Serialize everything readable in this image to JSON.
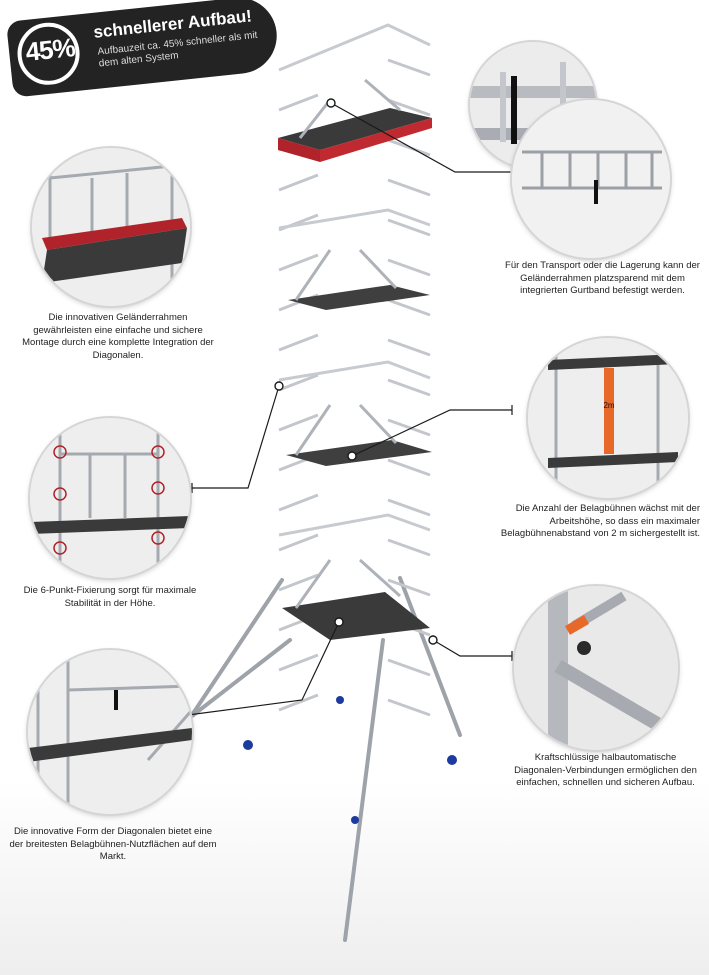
{
  "badge": {
    "percent": "45%",
    "title": "schnellerer Aufbau!",
    "subtitle": "Aufbauzeit ca. 45% schneller als mit dem alten System"
  },
  "captions": {
    "guardrail": "Die innovativen Geländerrahmen gewährleisten eine einfache und sichere Montage durch eine komplette Integration der Diagonalen.",
    "transport": "Für den Transport oder die Lagerung kann der Geländerrahmen platzsparend mit dem integrierten Gurtband befestigt werden.",
    "fixation": "Die 6-Punkt-Fixierung sorgt für maximale Stabilität in der Höhe.",
    "platforms": "Die Anzahl der Belagbühnen wächst mit der Arbeitshöhe, so dass ein maximaler Belagbühnenabstand von 2 m sichergestellt ist.",
    "diagonal_form": "Die innovative Form der Diagonalen bietet eine der breitesten Belagbühnen-Nutzflächen auf dem Markt.",
    "connections": "Kraftschlüssige halbautomatische Diagonalen-Verbindungen ermöglichen den einfachen, schnellen und sicheren Aufbau."
  },
  "measure_label": "2m",
  "colors": {
    "aluminium": "#c9cdd2",
    "platform": "#3a3a3a",
    "toeboard": "#b0232a",
    "accent": "#e8682a",
    "badge": "#232323"
  }
}
